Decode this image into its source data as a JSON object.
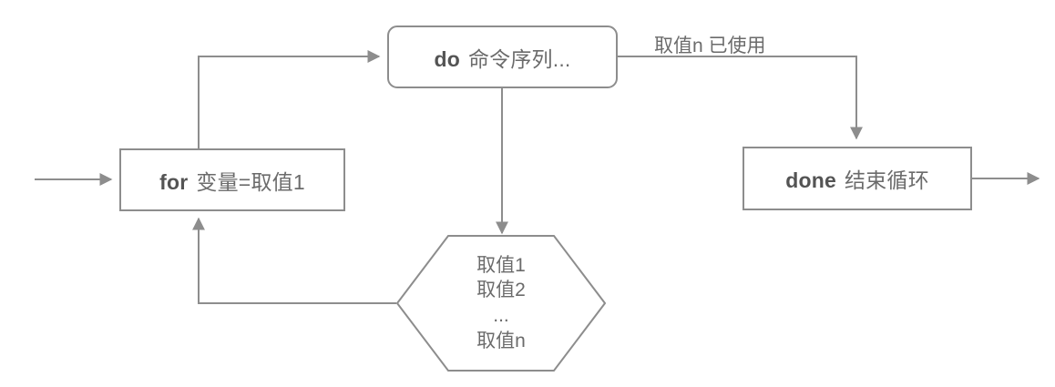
{
  "diagram": {
    "title": "shell for loop flowchart",
    "stroke_color": "#8d8d8d",
    "keyword_color": "#545454",
    "text_color": "#6b6b6b",
    "background_color": "#ffffff"
  },
  "nodes": {
    "for": {
      "keyword": "for",
      "text": "变量=取值1",
      "shape": "rectangle"
    },
    "do": {
      "keyword": "do",
      "text": "命令序列...",
      "shape": "rounded-rectangle"
    },
    "done": {
      "keyword": "done",
      "text": "结束循环",
      "shape": "rectangle"
    },
    "values": {
      "shape": "hexagon",
      "lines": [
        "取值1",
        "取值2",
        "...",
        "取值n"
      ]
    }
  },
  "edges": {
    "values_used_label": "取值n 已使用"
  }
}
